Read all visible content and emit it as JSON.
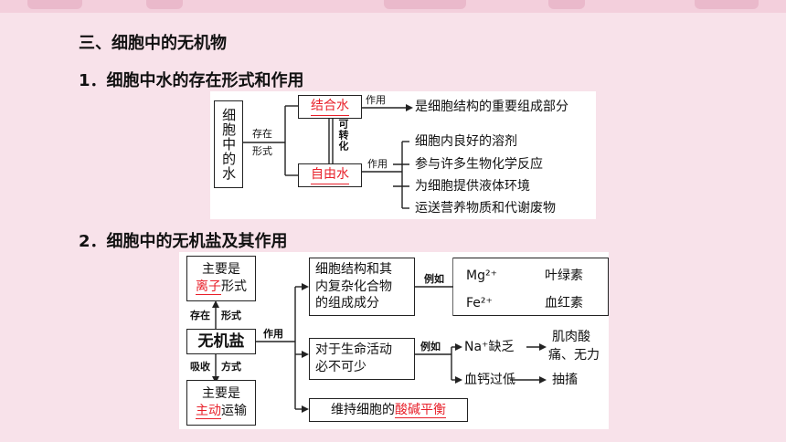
{
  "section_title": "三、细胞中的无机物",
  "sub1_title": "1．细胞中水的存在形式和作用",
  "sub2_title": "2．细胞中的无机盐及其作用",
  "water": {
    "root": "细胞中的水",
    "root_chars": [
      "细",
      "胞",
      "中",
      "的",
      "水"
    ],
    "exist_label": "存在形式",
    "exist_top": "存在",
    "exist_bottom": "形式",
    "bound": "结合水",
    "free": "自由水",
    "convertible": "可转化",
    "conv_chars": [
      "可",
      "转",
      "化"
    ],
    "role_label": "作用",
    "bound_role": "是细胞结构的重要组成部分",
    "free_roles": [
      "细胞内良好的溶剂",
      "参与许多生物化学反应",
      "为细胞提供液体环境",
      "运送营养物质和代谢废物"
    ]
  },
  "salt": {
    "form_label_1": "主要是",
    "form_ion": "离子",
    "form_label_2": "形式",
    "exist_left": "存在",
    "exist_right": "形式",
    "root": "无机盐",
    "absorb_left": "吸收",
    "absorb_right": "方式",
    "method_label_1": "主要是",
    "method_active": "主动",
    "method_label_2": "运输",
    "role_label": "作用",
    "role1": "细胞结构和其内复杂化合物的组成成分",
    "role1_lines": [
      "细胞结构和其",
      "内复杂化合物",
      "的组成成分"
    ],
    "example_label": "例如",
    "mg": "Mg²⁺",
    "mg_result": "叶绿素",
    "fe": "Fe²⁺",
    "fe_result": "血红素",
    "role2_lines": [
      "对于生命活动",
      "必不可少"
    ],
    "na": "Na⁺缺乏",
    "na_result_lines": [
      "肌肉酸",
      "痛、无力"
    ],
    "ca": "血钙过低",
    "ca_result": "抽搐",
    "role3_prefix": "维持细胞的",
    "role3_key": "酸碱平衡"
  }
}
